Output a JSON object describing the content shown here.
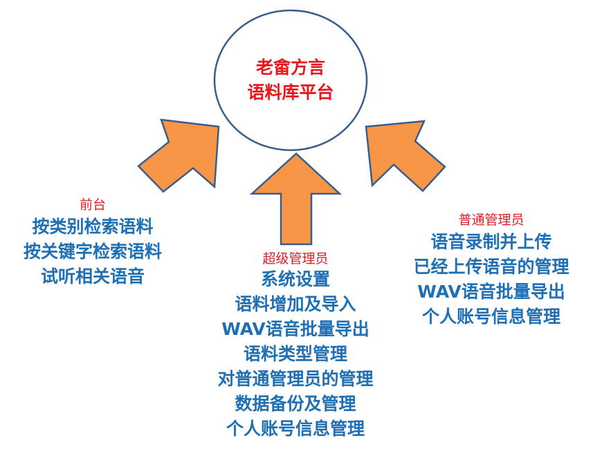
{
  "center": {
    "line1": "老畲方言",
    "line2": "语料库平台"
  },
  "groups": {
    "front": {
      "heading": "前台",
      "items": [
        "按类别检索语料",
        "按关键字检索语料",
        "试听相关语音"
      ]
    },
    "super_admin": {
      "heading": "超级管理员",
      "items": [
        "系统设置",
        "语料增加及导入",
        "WAV语音批量导出",
        "语料类型管理",
        "对普通管理员的管理",
        "数据备份及管理",
        "个人账号信息管理"
      ]
    },
    "ordinary_admin": {
      "heading": "普通管理员",
      "items": [
        "语音录制并上传",
        "已经上传语音的管理",
        "WAV语音批量导出",
        "个人账号信息管理"
      ]
    }
  },
  "colors": {
    "arrow_fill": "#f79646",
    "arrow_stroke": "#385d8a",
    "circle_stroke": "#385d8a",
    "center_text": "#e8151b",
    "heading_text": "#d81f26",
    "item_text": "#1f6fb5"
  },
  "icons": {
    "arrows": [
      "arrow-up-right",
      "arrow-up",
      "arrow-up-left"
    ]
  }
}
